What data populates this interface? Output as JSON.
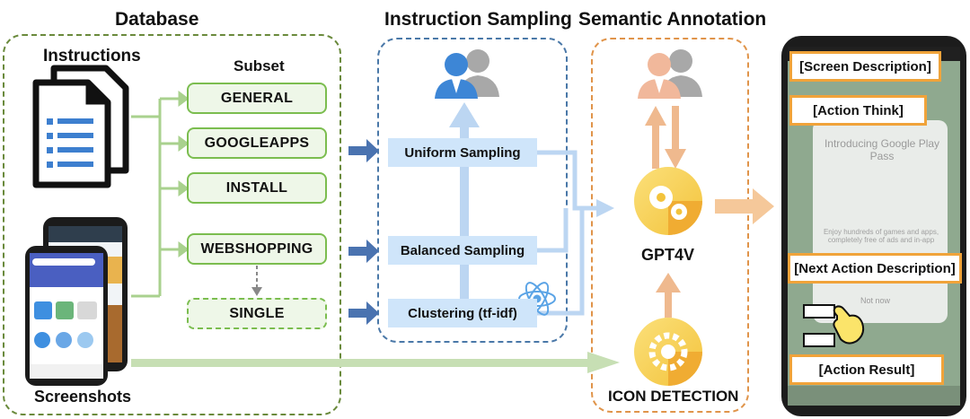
{
  "sections": {
    "database": "Database",
    "instruction_sampling": "Instruction Sampling",
    "semantic_annotation": "Semantic Annotation"
  },
  "database": {
    "instructions_label": "Instructions",
    "subset_label": "Subset",
    "screenshots_label": "Screenshots",
    "subsets": [
      "GENERAL",
      "GOOGLEAPPS",
      "INSTALL",
      "WEBSHOPPING",
      "SINGLE"
    ]
  },
  "sampling": {
    "methods": [
      "Uniform Sampling",
      "Balanced Sampling",
      "Clustering (tf-idf)"
    ]
  },
  "annotation": {
    "gpt_label": "GPT4V",
    "icon_detection_label": "ICON DETECTION"
  },
  "phone_output": {
    "boxes": [
      "[Screen Description]",
      "[Action Think]",
      "[Next Action Description]",
      "[Action Result]"
    ],
    "background_text": {
      "promo_title": "Introducing Google Play Pass",
      "promo_body": "Enjoy hundreds of games and apps, completely free of ads and in-app",
      "not_now": "Not now"
    }
  },
  "colors": {
    "green": "#7bbd4f",
    "dark_green": "#6a8a3c",
    "blue_dashed": "#4a78a8",
    "orange": "#e0944a",
    "light_blue": "#cfe5fa",
    "arrow_blue": "#4a73b0"
  },
  "icons": [
    "document-icon",
    "people-icon",
    "gear-icon",
    "atom-icon",
    "pointing-hand-icon",
    "phone-icon"
  ]
}
